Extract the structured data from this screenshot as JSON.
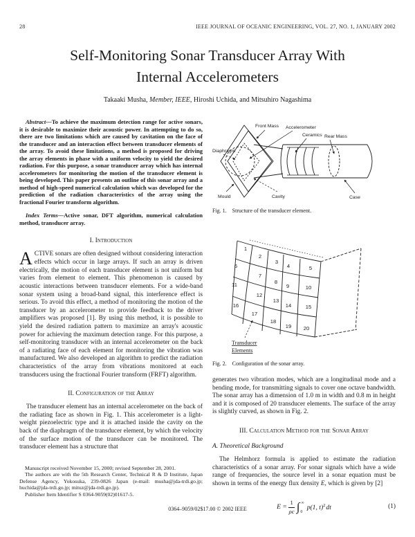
{
  "header": {
    "page_number": "28",
    "journal": "IEEE JOURNAL OF OCEANIC ENGINEERING, VOL. 27, NO. 1, JANUARY 2002"
  },
  "title": "Self-Monitoring Sonar Transducer Array With Internal Accelerometers",
  "byline": {
    "pre": "Takaaki Musha, ",
    "membership": "Member, IEEE",
    "post": ", Hiroshi Uchida, and Mitsuhiro Nagashima"
  },
  "abstract": {
    "label": "Abstract—",
    "text": "To achieve the maximum detection range for active sonars, it is desirable to maximize their acoustic power. In attempting to do so, there are two limitations which are caused by cavitation on the face of the transducer and an interaction effect between transducer elements of the array. To avoid these limitations, a method is proposed for driving the array elements in phase with a uniform velocity to yield the desired radiation. For this purpose, a sonar transducer array which has internal accelerometers for monitoring the motion of the transducer element is being developed. This paper presents an outline of this sonar array and a method of high-speed numerical calculation which was developed for the prediction of the radiation characteristics of the array using the fractional Fourier transform algorithm."
  },
  "index_terms": {
    "label": "Index Terms—",
    "text": "Active sonar, DFT algorithm, numerical calculation method, transducer array."
  },
  "section1": {
    "heading": "I. Introduction",
    "dropcap": "A",
    "text": "CTIVE sonars are often designed without considering interaction effects which occur in large arrays. If such an array is driven electrically, the motion of each transducer element is not uniform but varies from element to element. This phenomenon is caused by acoustic interactions between transducer elements. For a wide-band sonar system using a broad-band signal, this interference effect is serious. To avoid this effect, a method of monitoring the motion of the transducer by an accelerometer to provide feedback to the driver amplifiers was proposed [1]. By using this method, it is possible to yield the desired radiation pattern to maximize an array's acoustic power for achieving the maximum detection range. For this purpose, a self-monitoring transducer with an internal accelerometer on the back of a radiating face of each element for monitoring the vibration was manufactured. We also developed an algorithm to predict the radiation characteristics of the array from vibrations monitored at each transducers using the fractional Fourier transform (FRFT) algorithm."
  },
  "section2": {
    "heading": "II. Configuration of the Array",
    "para_left": "The transducer element has an internal accelerometer on the back of the radiating face as shown in Fig. 1. This accelerometer is a light-weight piezoelectric type and it is attached inside the cavity on the back of the diaphragm of the transducer element, by which the velocity of the surface motion of the transducer can be monitored. The transducer element has a structure that",
    "para_right": "generates two vibration modes, which are a longitudinal mode and a bending mode, for transmitting signals to cover one octave bandwidth. The sonar array has a dimension of 1.0 m in width and 0.8 m in height and it is composed of 20 transducer elements. The surface of the array is slightly curved, as shown in Fig. 2."
  },
  "section3": {
    "heading": "III. Calculation Method for the Sonar Array",
    "sub_a": "A. Theoretical Background",
    "para_pre": "The Helmhorz formula is applied to estimate the radiation characteristics of a sonar array. For sonar signals which have a wide range of frequencies, the source level in a sonar equation must be shown in terms of the energy flux density ",
    "symbol": "E",
    "para_post": ", which is given by [2]"
  },
  "equation1": {
    "lhs": "E",
    "rel": "=",
    "frac_num": "1",
    "frac_den": "ρc",
    "integral": "∫",
    "upper_limit": "∞",
    "lower_limit": "0",
    "integrand": "p(1, t)",
    "exponent": "2",
    "differential": "dt",
    "number": "(1)"
  },
  "figures": {
    "fig1": {
      "caption_label": "Fig. 1.",
      "caption_text": "Structure of the transducer element.",
      "labels": {
        "front_mass": "Front Mass",
        "accelerometer": "Accelerometer",
        "ceramics": "Ceramics",
        "rear_mass": "Rear Mass",
        "diaphragm": "Diaphragm",
        "mould": "Mould",
        "cavity": "Cavity",
        "case": "Case"
      }
    },
    "fig2": {
      "caption_label": "Fig. 2.",
      "caption_text": "Configuration of the sonar array.",
      "label_line1": "Transducer",
      "label_line2": "Elements",
      "element_numbers": [
        "1",
        "2",
        "3",
        "4",
        "5",
        "6",
        "7",
        "8",
        "9",
        "10",
        "11",
        "12",
        "13",
        "14",
        "15",
        "16",
        "17",
        "18",
        "19",
        "20"
      ]
    }
  },
  "footnote": {
    "line1": "Manuscript received November 15, 2000; revised September 28, 2001.",
    "line2": "The authors are with the 5th Research Center, Technical R & D Institute, Japan Defense Agency, Yokosuka, 239-0826 Japan (e-mail: musha@jda-trdi.go.jp; huchida@jda-trdi.go.jp; mituz@jda-trdi.go.jp).",
    "line3": "Publisher Item Identifier S 0364-9059(02)01617-5."
  },
  "footer": {
    "text": "0364–9059/02$17.00 © 2002 IEEE"
  }
}
